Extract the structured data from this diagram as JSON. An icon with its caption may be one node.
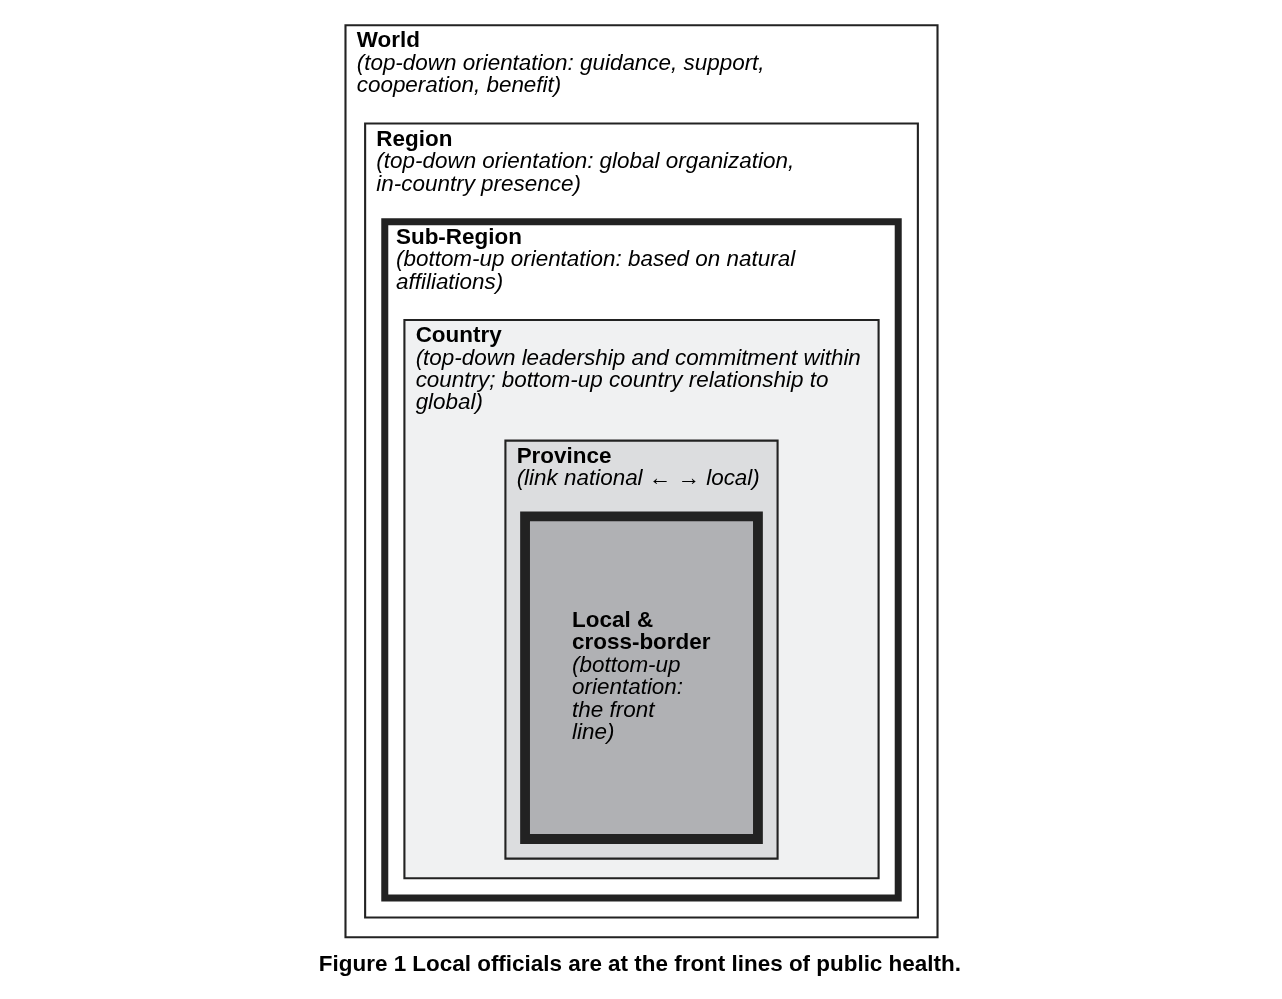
{
  "diagram": {
    "caption": "Figure 1 Local officials are at the front lines of public health.",
    "nodes": [
      {
        "text": [
          "World",
          "(top-down orientation: guidance, support, cooperation, benefit)"
        ]
      },
      {
        "text": [
          "Region",
          "(top-down orientation: global organization, in-country presence)"
        ],
        "in": 0
      },
      {
        "text": [
          "Sub-Region",
          "(bottom-up orientation: based on natural affiliations)"
        ],
        "in": 1
      },
      {
        "text": [
          "Country",
          "(top-down leadership and commitment within country; bottom-up country relationship to global)"
        ],
        "in": 2
      },
      {
        "text": [
          "Province",
          "(link national ← → local)"
        ],
        "in": 3
      },
      {
        "text": [
          "Local & cross-border",
          "(bottom-up orientation: the front line)"
        ],
        "in": 4
      }
    ],
    "edges": []
  }
}
